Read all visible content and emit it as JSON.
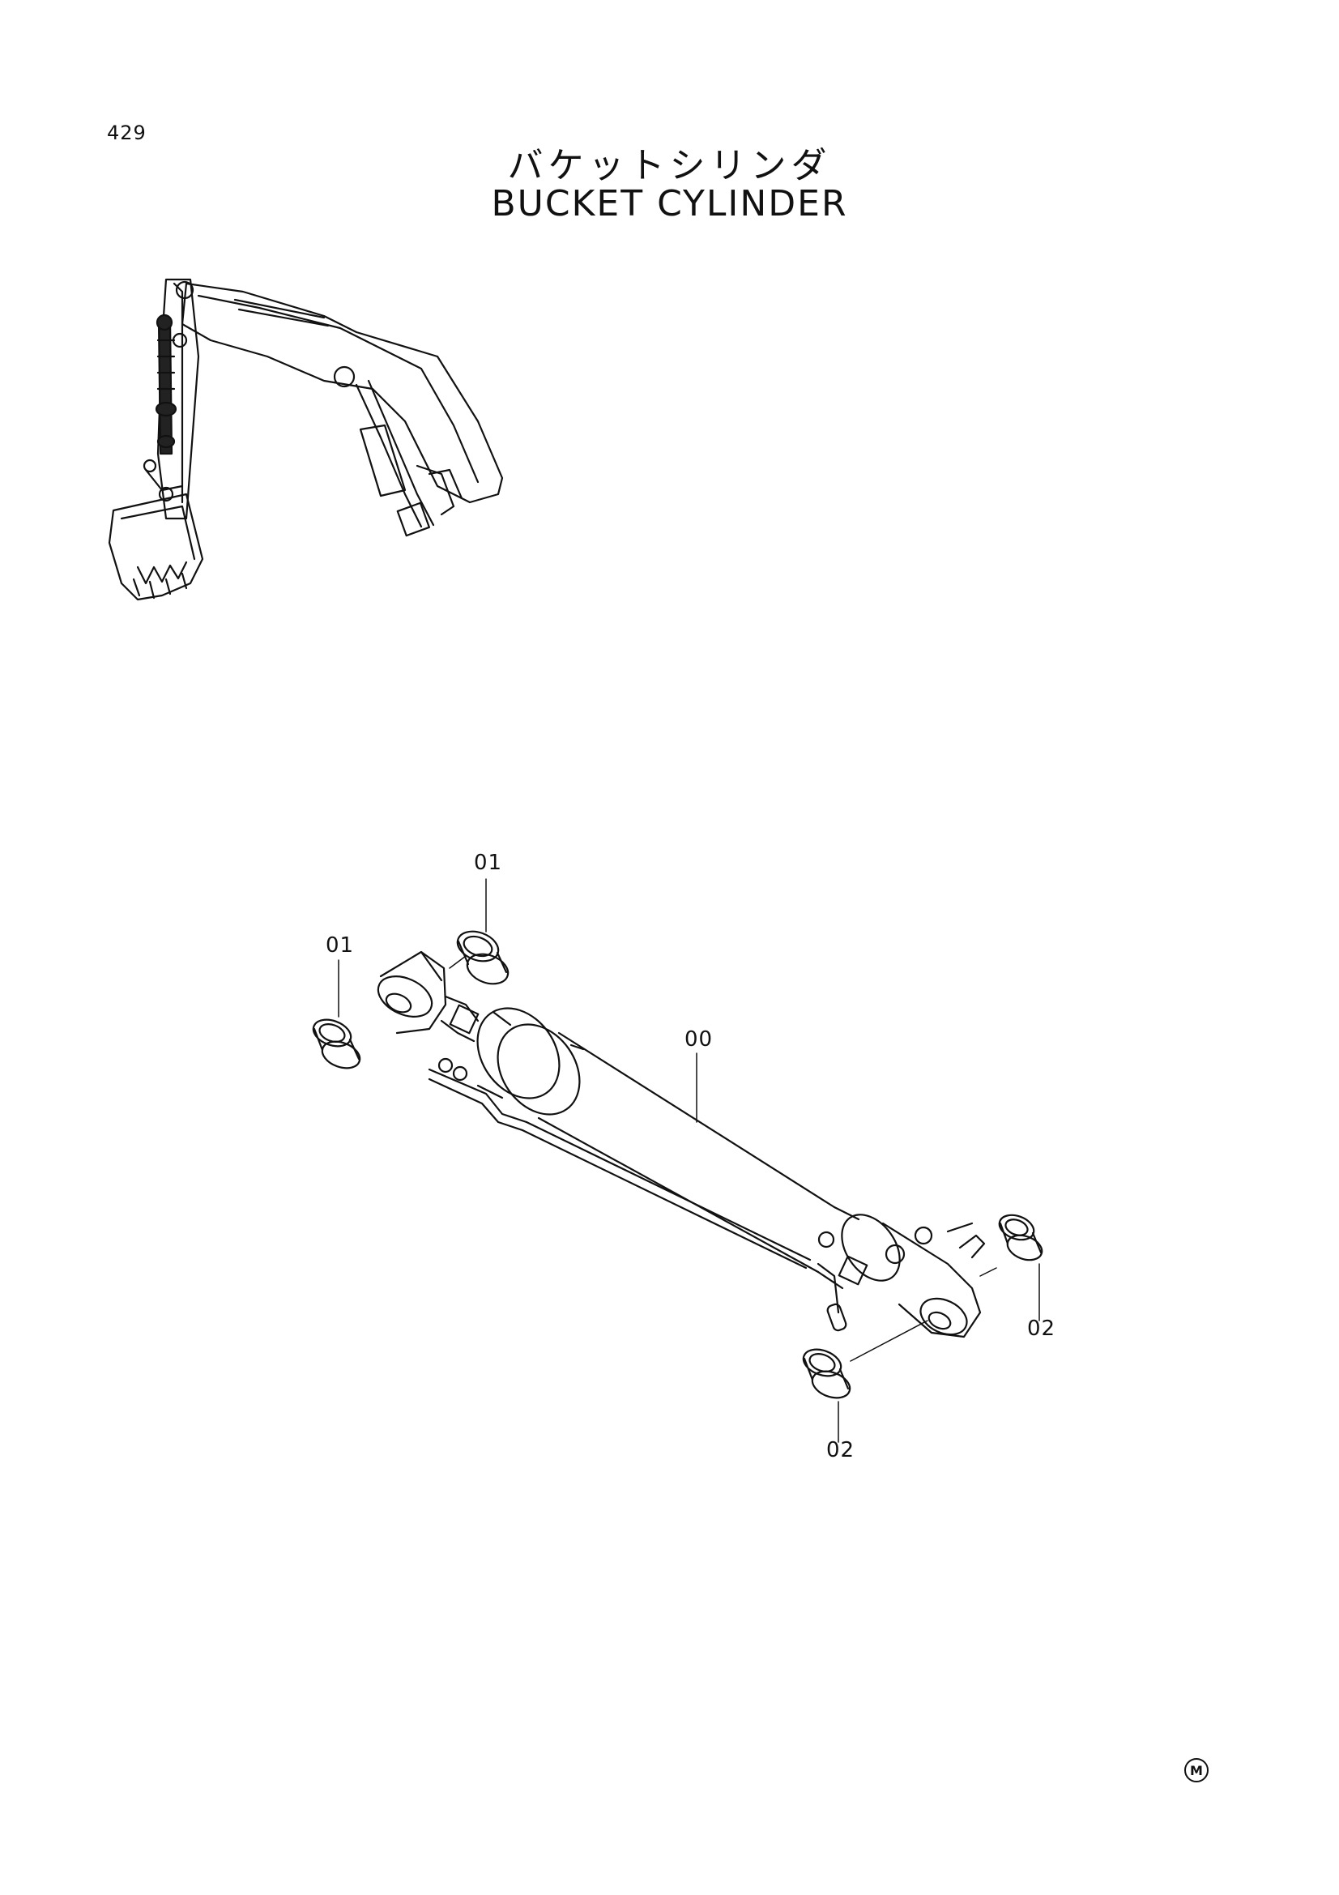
{
  "page": {
    "number": "429"
  },
  "title": {
    "japanese": "バケットシリンダ",
    "english": "BUCKET CYLINDER"
  },
  "callouts": [
    {
      "id": "callout-01-top",
      "label": "01"
    },
    {
      "id": "callout-01-left",
      "label": "01"
    },
    {
      "id": "callout-00",
      "label": "00"
    },
    {
      "id": "callout-02-right",
      "label": "02"
    },
    {
      "id": "callout-02-bottom",
      "label": "02"
    }
  ],
  "mark": {
    "symbol": "M"
  },
  "colors": {
    "line": "#111111",
    "background": "#ffffff"
  }
}
